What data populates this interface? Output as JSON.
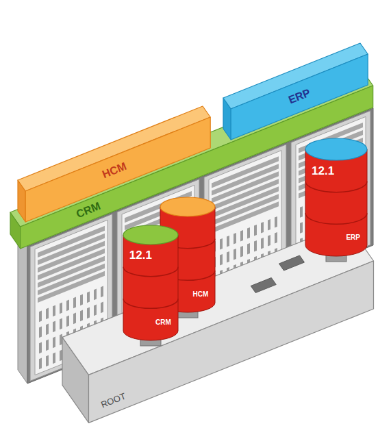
{
  "diagram": {
    "nodes": [
      {
        "text": [
          "HCM"
        ]
      },
      {
        "text": [
          "ERP"
        ]
      },
      {
        "text": [
          "CRM"
        ]
      },
      {
        "text": [
          "ROOT"
        ]
      },
      {
        "text": [
          "12.1",
          "CRM"
        ],
        "in": 3
      },
      {
        "text": [
          "HCM"
        ],
        "in": 3
      },
      {
        "text": [
          "12.1",
          "ERP"
        ],
        "in": 3
      }
    ]
  }
}
